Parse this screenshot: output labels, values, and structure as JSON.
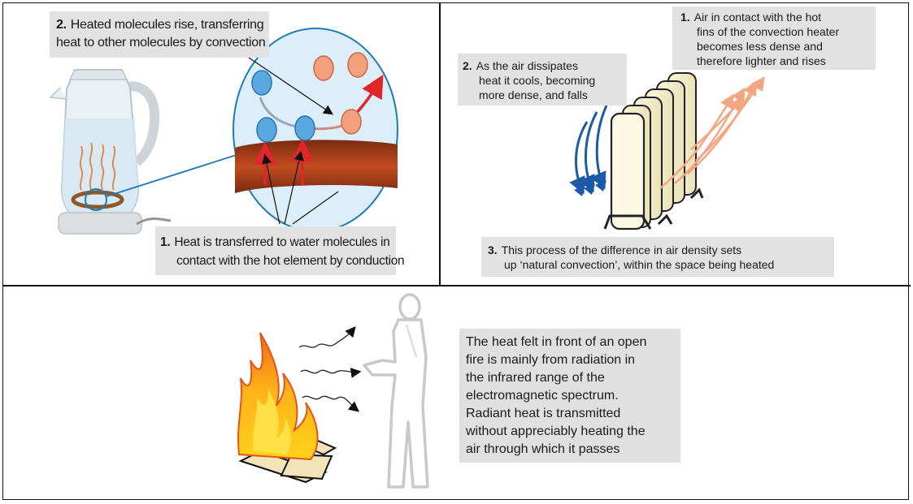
{
  "kettle_panel": {
    "label_2": {
      "number": "2.",
      "lines": [
        "Heated molecules rise, transferring",
        "heat to other molecules by convection"
      ]
    },
    "label_1": {
      "number": "1.",
      "lines": [
        "Heat is transferred to water molecules in",
        "contact with the hot element by conduction"
      ]
    }
  },
  "heater_panel": {
    "label_1": {
      "number": "1.",
      "lines": [
        "Air in contact with the hot",
        "fins of the convection heater",
        "becomes less dense and",
        "therefore lighter and rises"
      ]
    },
    "label_2": {
      "number": "2.",
      "lines": [
        "As the air dissipates",
        "heat it cools, becoming",
        "more dense, and falls"
      ]
    },
    "label_3": {
      "number": "3.",
      "lines": [
        "This process of the difference in air density sets",
        "up ‘natural convection’, within the space being heated"
      ]
    }
  },
  "radiation_panel": {
    "lines": [
      "The heat felt in front of an open",
      "fire is mainly from radiation in",
      "the infrared range of the",
      "electromagnetic spectrum.",
      "Radiant heat is transmitted",
      "without appreciably heating the",
      "air through which it passes"
    ]
  },
  "colors": {
    "cool_molecule": "#5aa8e0",
    "hot_molecule": "#f3a07c",
    "element_band": "#b8421a",
    "red_arrow": "#e0262b",
    "cool_air": "#1a5aa8",
    "warm_air": "#f4a582",
    "label_bg": "#e2e2e2",
    "flame_yellow": "#ffd21a",
    "flame_orange": "#f06a14"
  }
}
